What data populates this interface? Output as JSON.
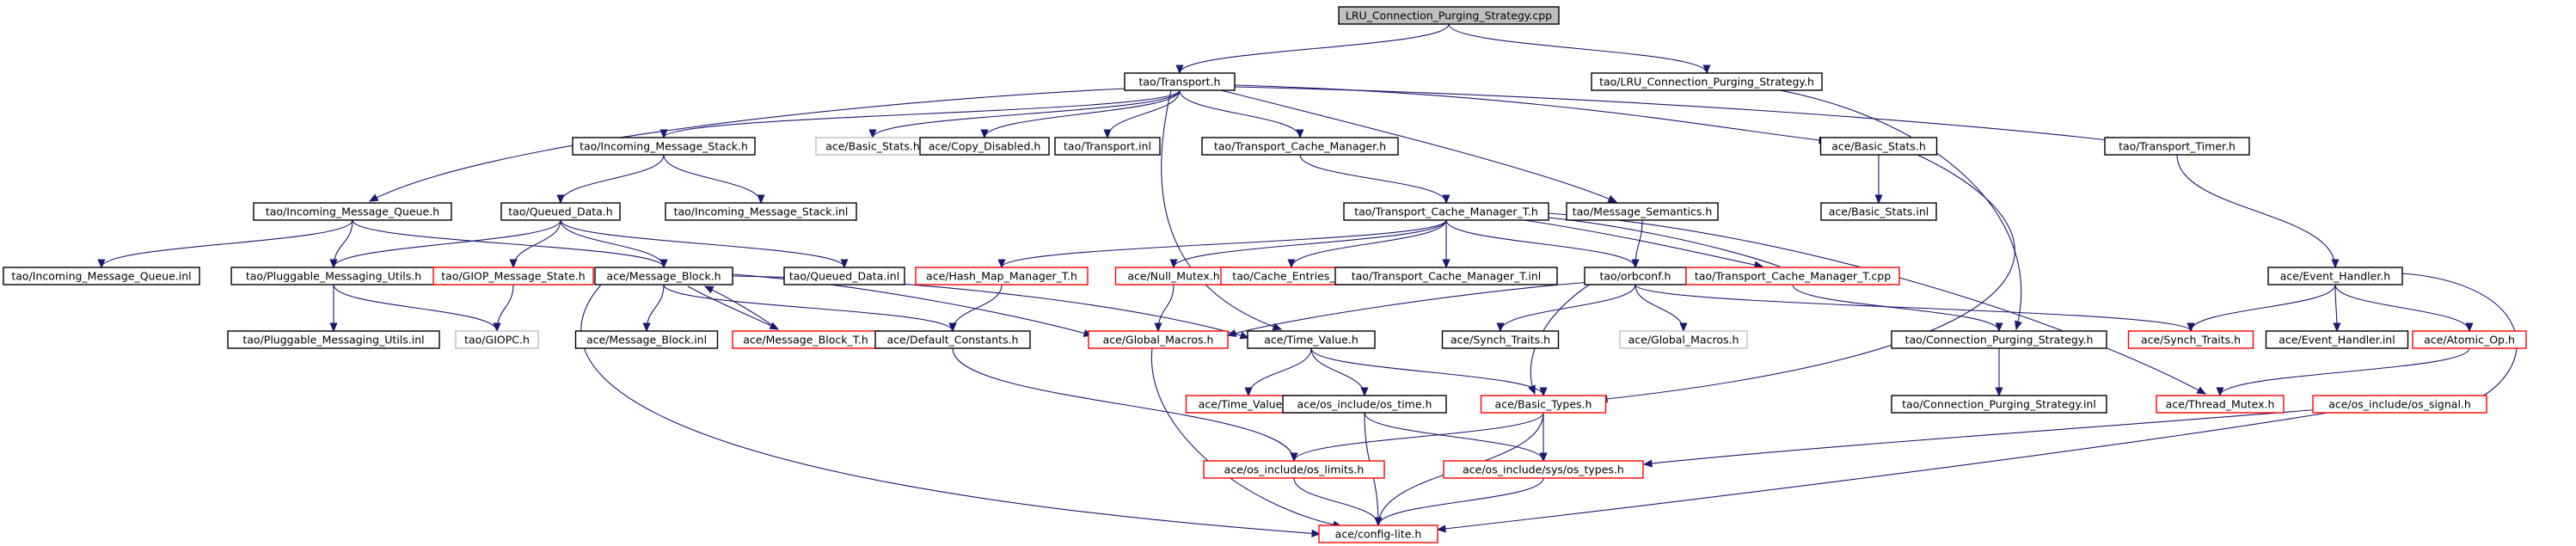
{
  "colors": {
    "edge": "#191970",
    "border_normal": "#000000",
    "border_truncated": "#ff0000",
    "border_undocumented": "#bfbfbf",
    "root_fill": "#bfbfbf",
    "node_fill": "#ffffff",
    "text": "#000000"
  },
  "nodes": [
    {
      "id": "n0",
      "label": "LRU_Connection_Purging_Strategy.cpp",
      "style": "root"
    },
    {
      "id": "n1",
      "label": "tao/Transport.h",
      "style": "normal"
    },
    {
      "id": "n2",
      "label": "tao/LRU_Connection_Purging_Strategy.h",
      "style": "normal"
    },
    {
      "id": "n3",
      "label": "tao/Incoming_Message_Stack.h",
      "style": "normal"
    },
    {
      "id": "n4",
      "label": "ace/Basic_Stats.h",
      "style": "undocumented"
    },
    {
      "id": "n5",
      "label": "ace/Copy_Disabled.h",
      "style": "normal"
    },
    {
      "id": "n6",
      "label": "tao/Transport.inl",
      "style": "normal"
    },
    {
      "id": "n7",
      "label": "tao/Transport_Cache_Manager.h",
      "style": "normal"
    },
    {
      "id": "n8",
      "label": "ace/Basic_Stats.h",
      "style": "normal"
    },
    {
      "id": "n9",
      "label": "tao/Transport_Timer.h",
      "style": "normal"
    },
    {
      "id": "n10",
      "label": "tao/Incoming_Message_Queue.h",
      "style": "normal"
    },
    {
      "id": "n11",
      "label": "tao/Queued_Data.h",
      "style": "normal"
    },
    {
      "id": "n12",
      "label": "tao/Incoming_Message_Stack.inl",
      "style": "normal"
    },
    {
      "id": "n13",
      "label": "tao/Transport_Cache_Manager_T.h",
      "style": "normal"
    },
    {
      "id": "n14",
      "label": "tao/Message_Semantics.h",
      "style": "normal"
    },
    {
      "id": "n15",
      "label": "ace/Basic_Stats.inl",
      "style": "normal"
    },
    {
      "id": "n16",
      "label": "tao/Incoming_Message_Queue.inl",
      "style": "normal"
    },
    {
      "id": "n17",
      "label": "tao/Pluggable_Messaging_Utils.h",
      "style": "normal"
    },
    {
      "id": "n18",
      "label": "tao/GIOP_Message_State.h",
      "style": "truncated"
    },
    {
      "id": "n19",
      "label": "ace/Message_Block.h",
      "style": "normal"
    },
    {
      "id": "n20",
      "label": "tao/Queued_Data.inl",
      "style": "normal"
    },
    {
      "id": "n21",
      "label": "ace/Hash_Map_Manager_T.h",
      "style": "truncated"
    },
    {
      "id": "n22",
      "label": "ace/Null_Mutex.h",
      "style": "truncated"
    },
    {
      "id": "n23",
      "label": "tao/Cache_Entries_T.h",
      "style": "truncated"
    },
    {
      "id": "n24",
      "label": "tao/Transport_Cache_Manager_T.inl",
      "style": "normal"
    },
    {
      "id": "n25",
      "label": "tao/orbconf.h",
      "style": "normal"
    },
    {
      "id": "n26",
      "label": "tao/Transport_Cache_Manager_T.cpp",
      "style": "truncated"
    },
    {
      "id": "n27",
      "label": "ace/Event_Handler.h",
      "style": "normal"
    },
    {
      "id": "n28",
      "label": "tao/Pluggable_Messaging_Utils.inl",
      "style": "normal"
    },
    {
      "id": "n29",
      "label": "tao/GIOPC.h",
      "style": "undocumented"
    },
    {
      "id": "n30",
      "label": "ace/Message_Block.inl",
      "style": "normal"
    },
    {
      "id": "n31",
      "label": "ace/Message_Block_T.h",
      "style": "truncated"
    },
    {
      "id": "n32",
      "label": "ace/Default_Constants.h",
      "style": "normal"
    },
    {
      "id": "n33",
      "label": "ace/Global_Macros.h",
      "style": "truncated"
    },
    {
      "id": "n34",
      "label": "ace/Time_Value.h",
      "style": "normal"
    },
    {
      "id": "n35",
      "label": "ace/Synch_Traits.h",
      "style": "normal"
    },
    {
      "id": "n36",
      "label": "ace/Global_Macros.h",
      "style": "undocumented"
    },
    {
      "id": "n37",
      "label": "tao/Connection_Purging_Strategy.h",
      "style": "normal"
    },
    {
      "id": "n38",
      "label": "ace/Synch_Traits.h",
      "style": "truncated"
    },
    {
      "id": "n39",
      "label": "ace/Event_Handler.inl",
      "style": "normal"
    },
    {
      "id": "n40",
      "label": "ace/Atomic_Op.h",
      "style": "truncated"
    },
    {
      "id": "n41",
      "label": "ace/Time_Value.inl",
      "style": "truncated"
    },
    {
      "id": "n42",
      "label": "ace/os_include/os_time.h",
      "style": "normal"
    },
    {
      "id": "n43",
      "label": "ace/Basic_Types.h",
      "style": "truncated"
    },
    {
      "id": "n44",
      "label": "tao/Connection_Purging_Strategy.inl",
      "style": "normal"
    },
    {
      "id": "n45",
      "label": "ace/Thread_Mutex.h",
      "style": "truncated"
    },
    {
      "id": "n46",
      "label": "ace/os_include/os_signal.h",
      "style": "truncated"
    },
    {
      "id": "n47",
      "label": "ace/os_include/os_limits.h",
      "style": "truncated"
    },
    {
      "id": "n48",
      "label": "ace/os_include/sys/os_types.h",
      "style": "truncated"
    },
    {
      "id": "n49",
      "label": "ace/config-lite.h",
      "style": "truncated"
    }
  ],
  "edges": [
    [
      "n0",
      "n1"
    ],
    [
      "n0",
      "n2"
    ],
    [
      "n1",
      "n3"
    ],
    [
      "n1",
      "n4"
    ],
    [
      "n1",
      "n5"
    ],
    [
      "n1",
      "n6"
    ],
    [
      "n1",
      "n7"
    ],
    [
      "n1",
      "n8"
    ],
    [
      "n1",
      "n9"
    ],
    [
      "n1",
      "n10"
    ],
    [
      "n1",
      "n14"
    ],
    [
      "n1",
      "n34"
    ],
    [
      "n2",
      "n37"
    ],
    [
      "n3",
      "n11"
    ],
    [
      "n3",
      "n12"
    ],
    [
      "n7",
      "n13"
    ],
    [
      "n8",
      "n15"
    ],
    [
      "n8",
      "n43"
    ],
    [
      "n9",
      "n27"
    ],
    [
      "n10",
      "n16"
    ],
    [
      "n10",
      "n17"
    ],
    [
      "n10",
      "n19"
    ],
    [
      "n11",
      "n17"
    ],
    [
      "n11",
      "n18"
    ],
    [
      "n11",
      "n19"
    ],
    [
      "n11",
      "n20"
    ],
    [
      "n13",
      "n21"
    ],
    [
      "n13",
      "n22"
    ],
    [
      "n13",
      "n23"
    ],
    [
      "n13",
      "n24"
    ],
    [
      "n13",
      "n25"
    ],
    [
      "n13",
      "n26"
    ],
    [
      "n13",
      "n45"
    ],
    [
      "n14",
      "n25"
    ],
    [
      "n17",
      "n28"
    ],
    [
      "n17",
      "n29"
    ],
    [
      "n18",
      "n29"
    ],
    [
      "n19",
      "n30"
    ],
    [
      "n19",
      "n31"
    ],
    [
      "n19",
      "n32"
    ],
    [
      "n19",
      "n33"
    ],
    [
      "n19",
      "n34"
    ],
    [
      "n19",
      "n49"
    ],
    [
      "n31",
      "n19"
    ],
    [
      "n26",
      "n13"
    ],
    [
      "n26",
      "n37"
    ],
    [
      "n21",
      "n32"
    ],
    [
      "n22",
      "n33"
    ],
    [
      "n25",
      "n33"
    ],
    [
      "n25",
      "n35"
    ],
    [
      "n25",
      "n36"
    ],
    [
      "n25",
      "n38"
    ],
    [
      "n25",
      "n43"
    ],
    [
      "n27",
      "n38"
    ],
    [
      "n27",
      "n39"
    ],
    [
      "n27",
      "n40"
    ],
    [
      "n27",
      "n46"
    ],
    [
      "n32",
      "n47"
    ],
    [
      "n33",
      "n49"
    ],
    [
      "n34",
      "n41"
    ],
    [
      "n34",
      "n42"
    ],
    [
      "n34",
      "n43"
    ],
    [
      "n37",
      "n44"
    ],
    [
      "n40",
      "n45"
    ],
    [
      "n42",
      "n48"
    ],
    [
      "n42",
      "n49"
    ],
    [
      "n43",
      "n47"
    ],
    [
      "n43",
      "n48"
    ],
    [
      "n43",
      "n49"
    ],
    [
      "n46",
      "n48"
    ],
    [
      "n46",
      "n49"
    ],
    [
      "n47",
      "n49"
    ],
    [
      "n48",
      "n49"
    ]
  ]
}
